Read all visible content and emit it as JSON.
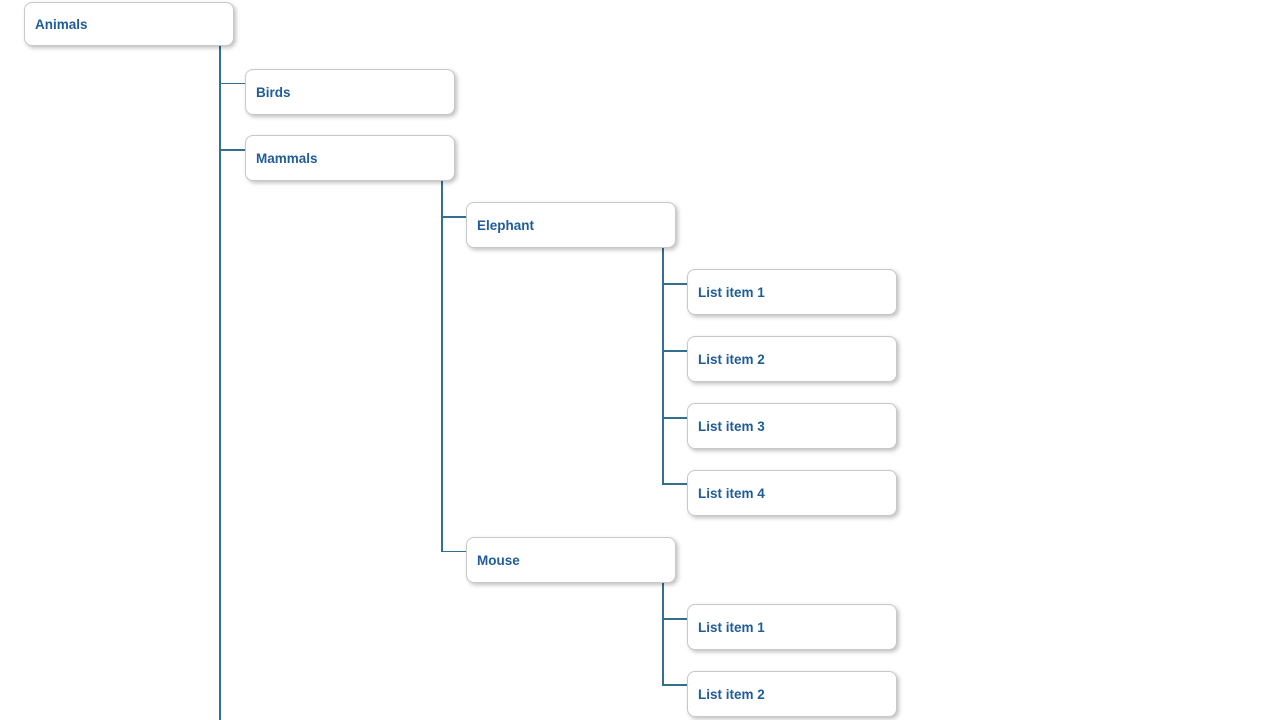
{
  "diagram": {
    "colors": {
      "node_text": "#1f5c99",
      "connector": "#31708f",
      "node_border": "#c8c8c8",
      "node_bg": "#ffffff",
      "page_bg": "#ffffff"
    },
    "tree": {
      "label": "Animals",
      "children": [
        {
          "label": "Birds",
          "children": []
        },
        {
          "label": "Mammals",
          "children": [
            {
              "label": "Elephant",
              "children": [
                {
                  "label": "List item 1"
                },
                {
                  "label": "List item 2"
                },
                {
                  "label": "List item 3"
                },
                {
                  "label": "List item 4"
                }
              ]
            },
            {
              "label": "Mouse",
              "children": [
                {
                  "label": "List item 1"
                },
                {
                  "label": "List item 2"
                }
              ]
            }
          ]
        }
      ]
    }
  }
}
